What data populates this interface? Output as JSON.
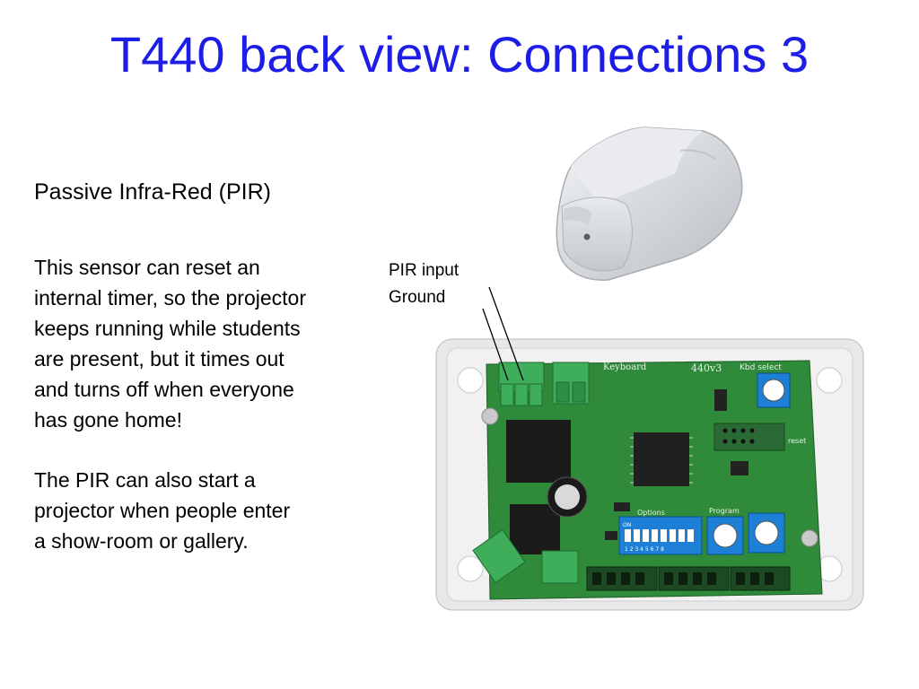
{
  "slide": {
    "title": "T440 back view: Connections 3",
    "subheading": "Passive Infra-Red (PIR)",
    "paragraph1": [
      "This sensor can reset an",
      "internal timer, so the projector",
      "keeps running while students",
      "are present, but it times out",
      "and turns off when everyone",
      "has gone home!"
    ],
    "paragraph2": [
      "The PIR can also start a",
      "projector when people enter",
      "a show-room or gallery."
    ],
    "callout": {
      "pir_input": "PIR input",
      "ground": "Ground"
    }
  },
  "board_labels": {
    "keyboard": "Keyboard",
    "model": "440v3",
    "kbd_select": "Kbd select",
    "reset": "reset",
    "options": "Options",
    "on": "ON",
    "dip_numbers": "1 2 3 4 5 6 7 8",
    "program": "Program"
  },
  "colors": {
    "title": "#1d1de6",
    "pcb": "#2f8a3a",
    "terminal": "#3fae5a",
    "dip": "#1e7fd6",
    "enclosure": "#e6e6e6",
    "sensor": "#d9dcdf"
  },
  "icons": {
    "sensor": "pir-sensor-icon",
    "board": "circuit-board-icon"
  }
}
